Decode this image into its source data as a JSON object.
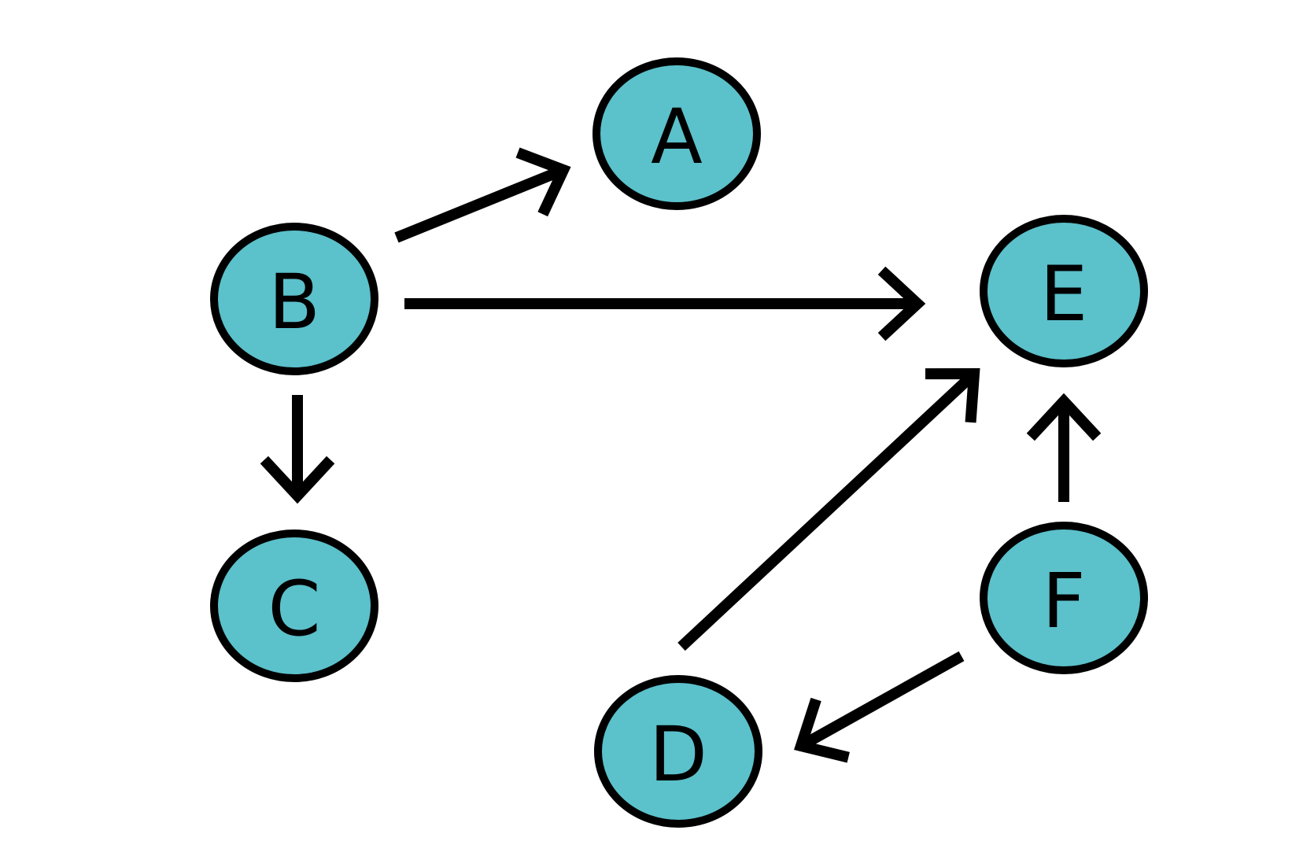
{
  "graph": {
    "node_fill": "#5bc1cb",
    "node_stroke": "#000000",
    "edge_color": "#000000",
    "nodes": [
      {
        "id": "A",
        "label": "A"
      },
      {
        "id": "B",
        "label": "B"
      },
      {
        "id": "C",
        "label": "C"
      },
      {
        "id": "D",
        "label": "D"
      },
      {
        "id": "E",
        "label": "E"
      },
      {
        "id": "F",
        "label": "F"
      }
    ],
    "edges": [
      {
        "from": "B",
        "to": "A"
      },
      {
        "from": "B",
        "to": "E"
      },
      {
        "from": "B",
        "to": "C"
      },
      {
        "from": "D",
        "to": "E"
      },
      {
        "from": "F",
        "to": "E"
      },
      {
        "from": "F",
        "to": "D"
      }
    ]
  }
}
